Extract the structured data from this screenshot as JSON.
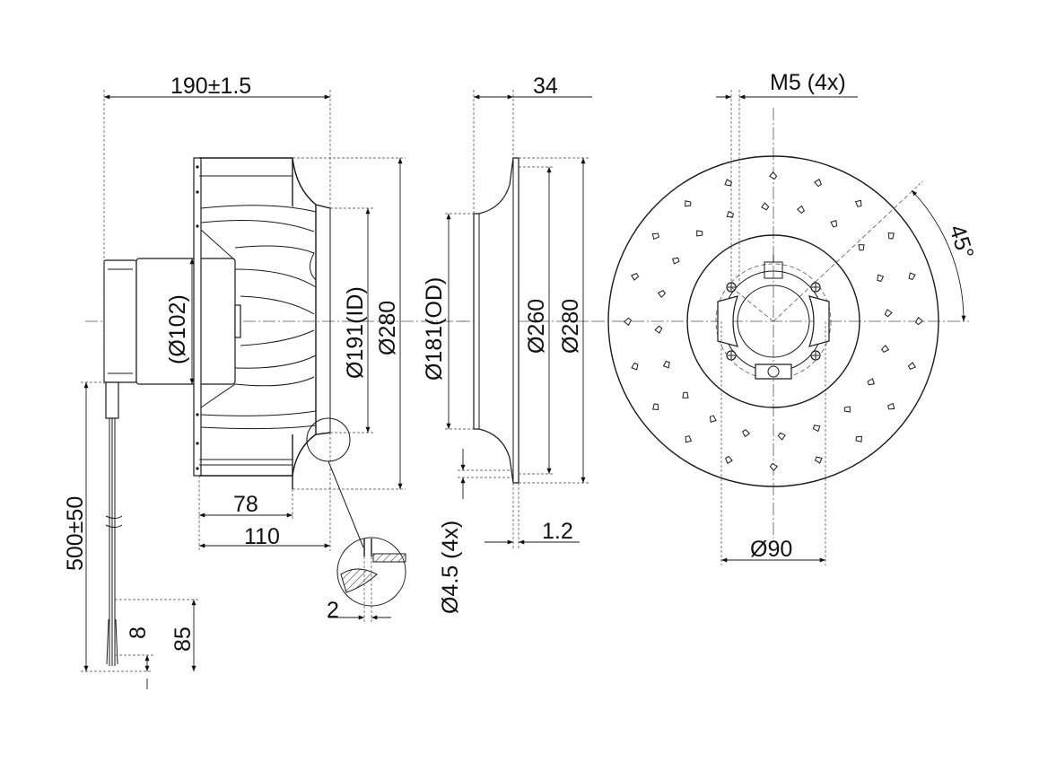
{
  "dimensions": {
    "overall_length": "190±1.5",
    "width_78": "78",
    "width_110": "110",
    "motor_dia": "(Ø102)",
    "inlet_id": "Ø191(ID)",
    "impeller_dia": "Ø280",
    "cable_length": "500±50",
    "strip_8": "8",
    "strip_85": "85",
    "ring_depth": "34",
    "ring_od": "Ø181(OD)",
    "ring_260": "Ø260",
    "ring_280": "Ø280",
    "hole_dia": "Ø4.5 (4x)",
    "sheet_thickness": "1.2",
    "detail_2": "2",
    "thread": "M5 (4x)",
    "angle": "45°",
    "bolt_circle": "Ø90"
  }
}
